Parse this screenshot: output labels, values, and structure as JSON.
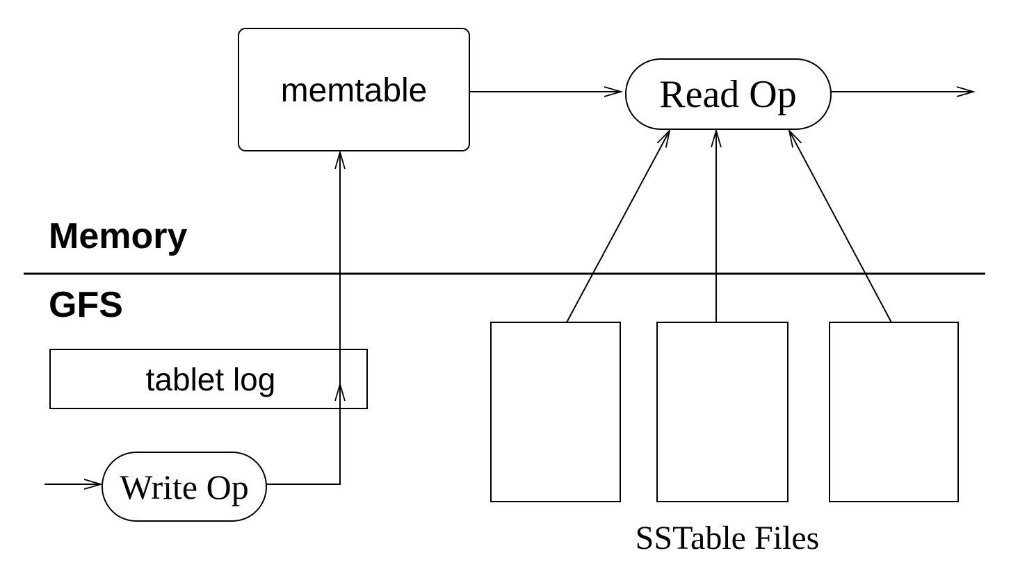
{
  "colors": {
    "stroke": "#000000",
    "background": "#ffffff",
    "text": "#000000"
  },
  "regions": {
    "memory_label": "Memory",
    "gfs_label": "GFS"
  },
  "nodes": {
    "memtable_label": "memtable",
    "read_op_label": "Read Op",
    "write_op_label": "Write Op",
    "tablet_log_label": "tablet log"
  },
  "captions": {
    "sstable_files_label": "SSTable Files"
  },
  "sstable_file_count": 3
}
